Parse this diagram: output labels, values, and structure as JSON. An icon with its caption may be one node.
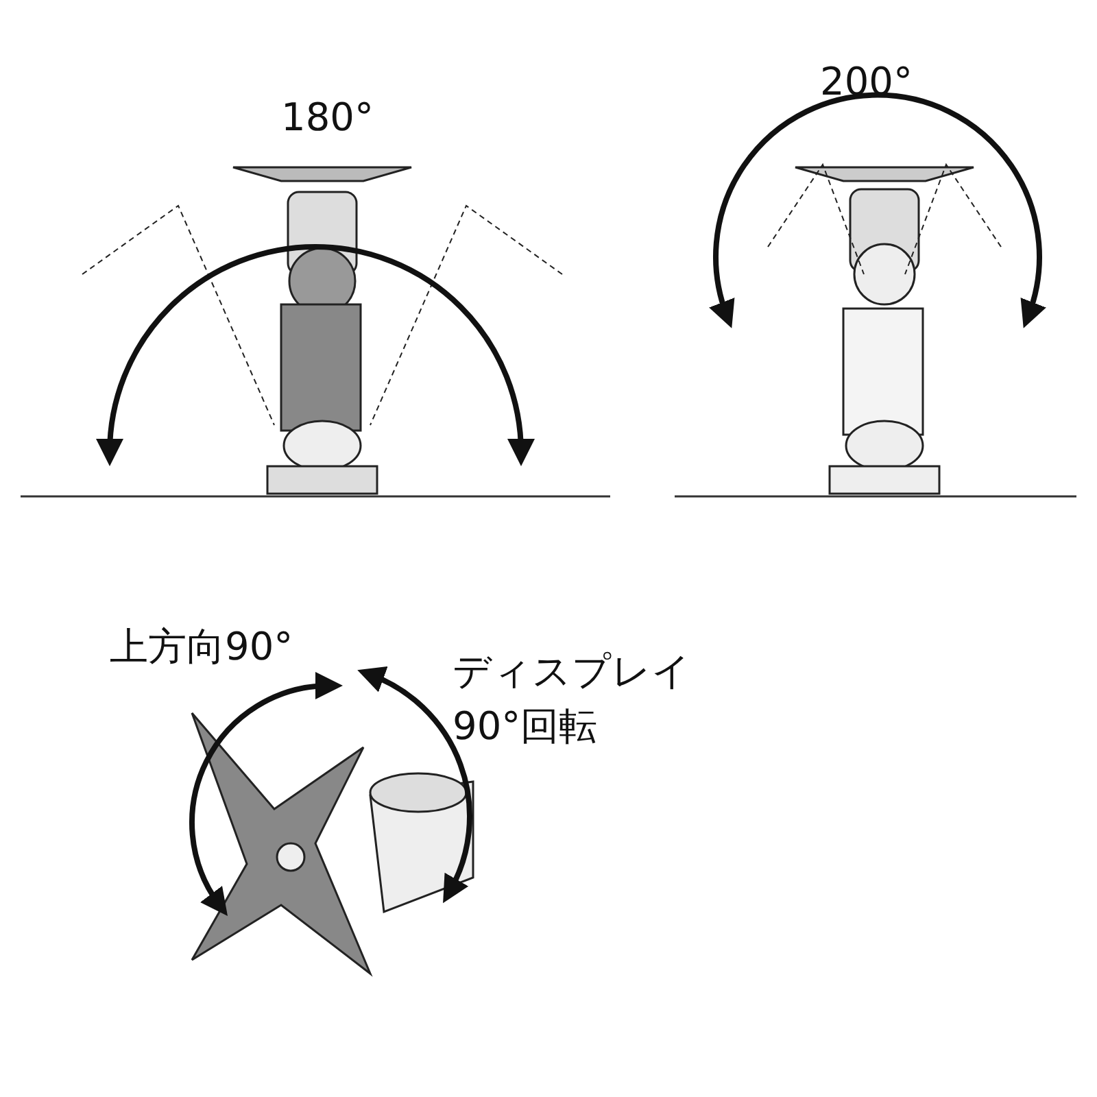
{
  "diagram": {
    "labels": [
      "180°",
      "200°",
      "上方向90°",
      "ディスプレイ90°回転"
    ]
  }
}
